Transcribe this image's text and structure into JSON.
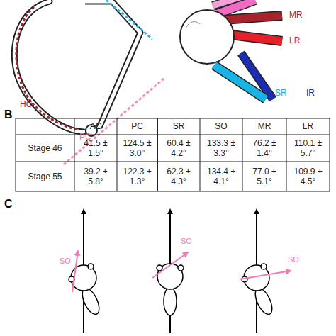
{
  "diagram": {
    "labels": [
      "HC",
      "PC",
      "MR",
      "LR",
      "SR",
      "IR",
      "B",
      "AC",
      "PC",
      "SR",
      "SO",
      "MR",
      "LR",
      "Stage 46",
      "41.5 ± 1.5°",
      "124.5 ± 3.0°",
      "60.4 ± 4.2°",
      "133.3 ± 3.3°",
      "76.2 ± 1.4°",
      "110.1 ± 5.7°",
      "Stage 55",
      "39.2 ± 5.8°",
      "122.3 ± 1.3°",
      "62.3 ± 4.3°",
      "134.4 ± 4.1°",
      "77.0 ± 5.1°",
      "109.9 ± 4.5°",
      "C",
      "SO",
      "SO",
      "SO"
    ]
  }
}
